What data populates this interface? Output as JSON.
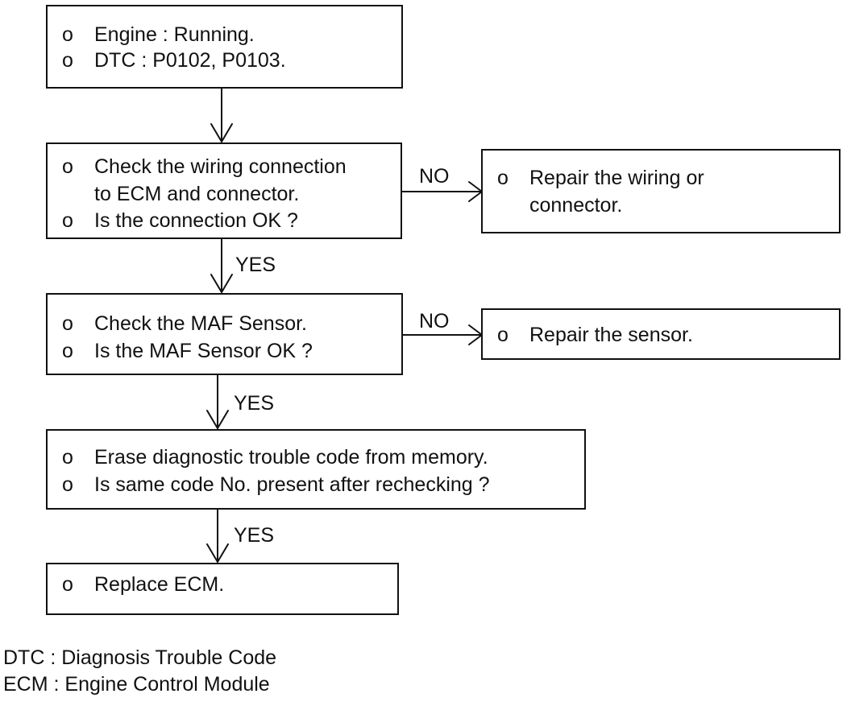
{
  "steps": {
    "start": {
      "lines": [
        {
          "bullet": "o",
          "text": "Engine : Running."
        },
        {
          "bullet": "o",
          "text": "DTC : P0102, P0103."
        }
      ]
    },
    "check_wiring": {
      "lines": [
        {
          "bullet": "o",
          "text": "Check the wiring connection"
        },
        {
          "bullet": "",
          "text": "to ECM and connector."
        },
        {
          "bullet": "o",
          "text": "Is the connection OK ?"
        }
      ]
    },
    "repair_wiring": {
      "lines": [
        {
          "bullet": "o",
          "text": "Repair the wiring or"
        },
        {
          "bullet": "",
          "text": "connector."
        }
      ]
    },
    "check_maf": {
      "lines": [
        {
          "bullet": "o",
          "text": "Check the MAF Sensor."
        },
        {
          "bullet": "o",
          "text": "Is the MAF Sensor OK ?"
        }
      ]
    },
    "repair_sensor": {
      "lines": [
        {
          "bullet": "o",
          "text": "Repair the sensor."
        }
      ]
    },
    "erase_dtc": {
      "lines": [
        {
          "bullet": "o",
          "text": "Erase diagnostic trouble code from memory."
        },
        {
          "bullet": "o",
          "text": "Is same code No. present after rechecking ?"
        }
      ]
    },
    "replace_ecm": {
      "lines": [
        {
          "bullet": "o",
          "text": "Replace ECM."
        }
      ]
    }
  },
  "edges": {
    "wiring_no": "NO",
    "wiring_yes": "YES",
    "maf_no": "NO",
    "maf_yes": "YES",
    "erase_yes": "YES"
  },
  "legend": [
    "DTC : Diagnosis Trouble Code",
    "ECM : Engine Control Module"
  ],
  "colors": {
    "line": "#111111",
    "background": "#ffffff"
  }
}
